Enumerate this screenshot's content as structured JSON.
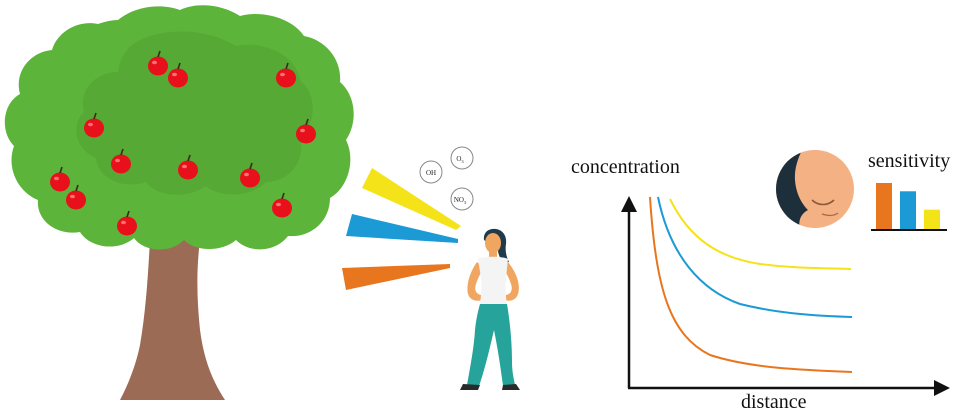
{
  "molecules": {
    "oh": "OH",
    "o3": "O",
    "o3_sub": "3",
    "no3": "NO",
    "no3_sub": "3"
  },
  "plot": {
    "ylabel": "concentration",
    "xlabel": "distance"
  },
  "sensitivity": {
    "label": "sensitivity",
    "bars": [
      {
        "value": 1.0,
        "color": "#e8761e"
      },
      {
        "value": 0.82,
        "color": "#1b9ad6"
      },
      {
        "value": 0.42,
        "color": "#f5e31a"
      }
    ]
  },
  "colors": {
    "orange": "#e8761e",
    "blue": "#1b9ad6",
    "yellow": "#f5e31a",
    "apple": "#e8101a",
    "foliage": "#5db43a",
    "trunk": "#9b6b55"
  }
}
